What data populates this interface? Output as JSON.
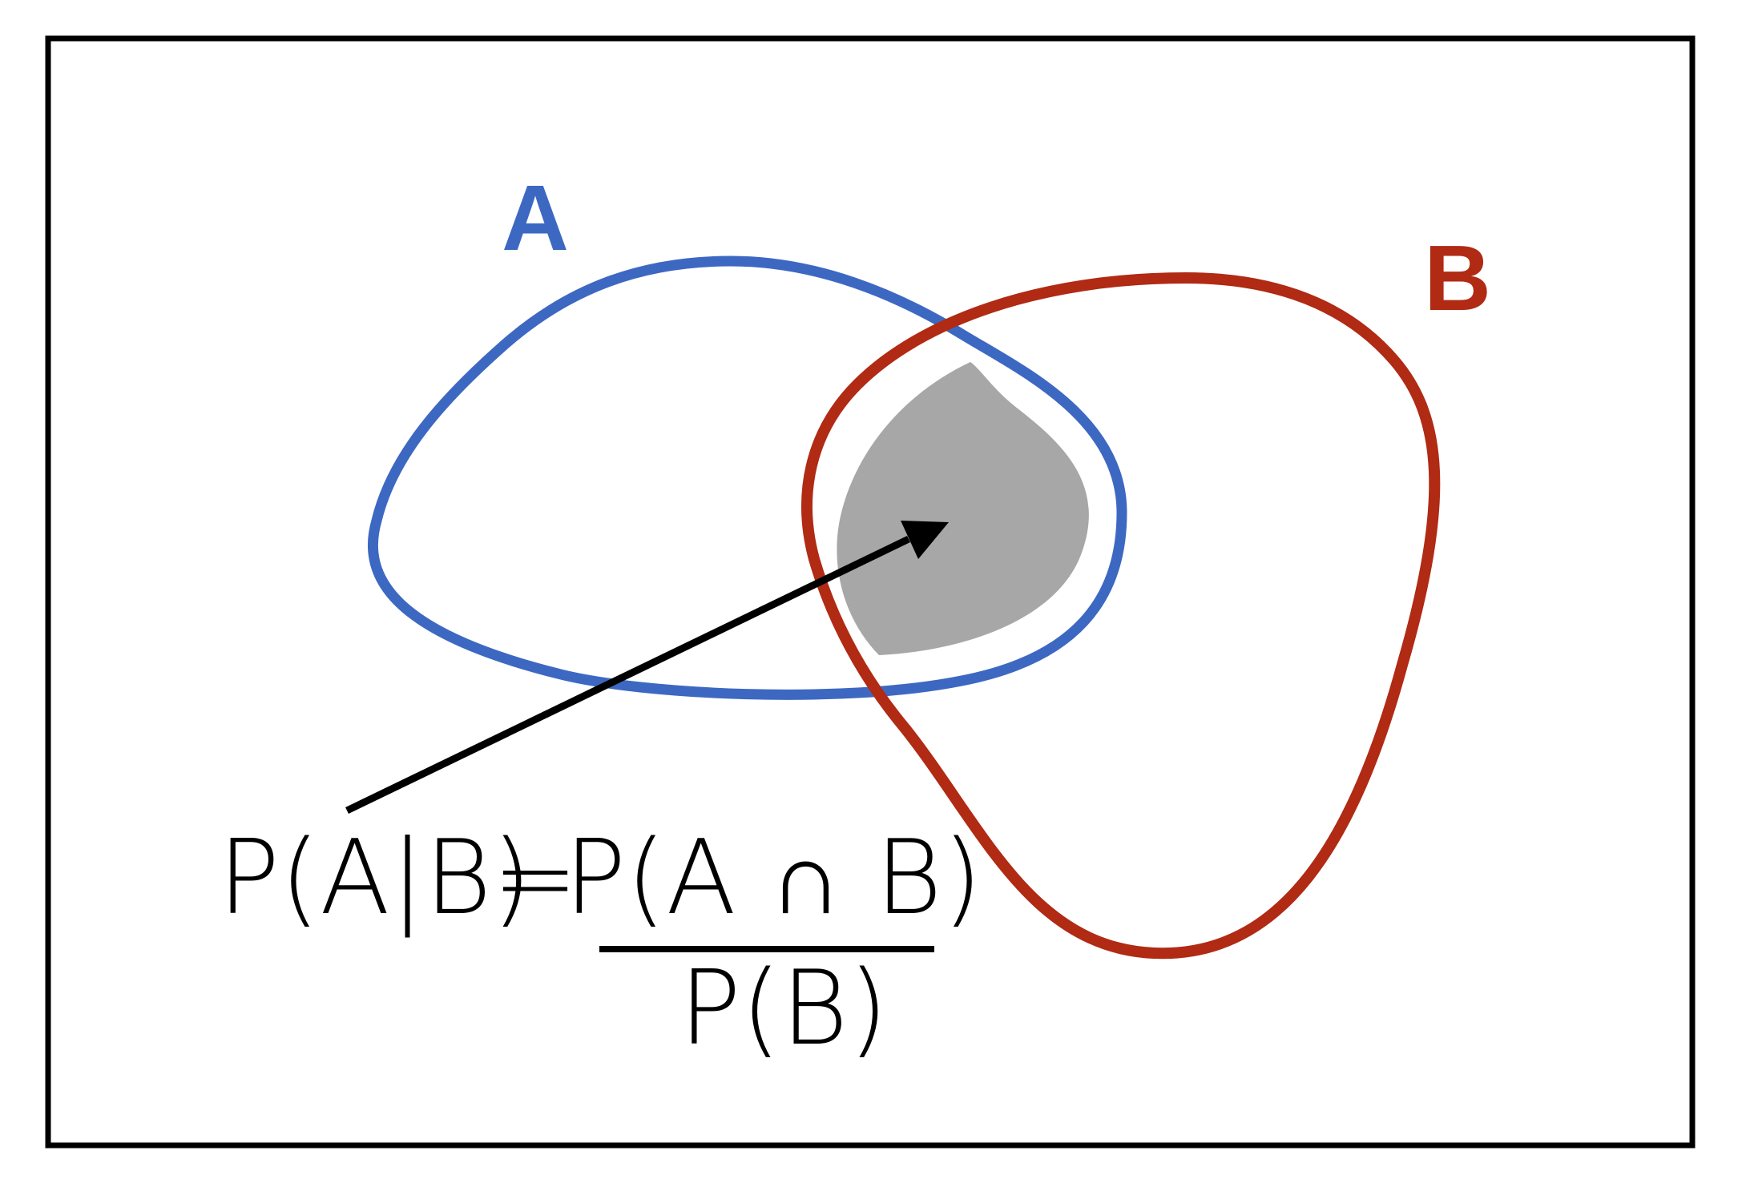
{
  "sets": {
    "a": {
      "label": "A",
      "color": "#3d68c2"
    },
    "b": {
      "label": "B",
      "color": "#b02a14"
    }
  },
  "intersection": {
    "fill": "#a6a7a6"
  },
  "arrow": {
    "color": "#000000"
  },
  "formula": {
    "lhs": "P(A|B)",
    "equals": "=",
    "numerator": "P(A ∩ B)",
    "denominator": "P(B)"
  }
}
